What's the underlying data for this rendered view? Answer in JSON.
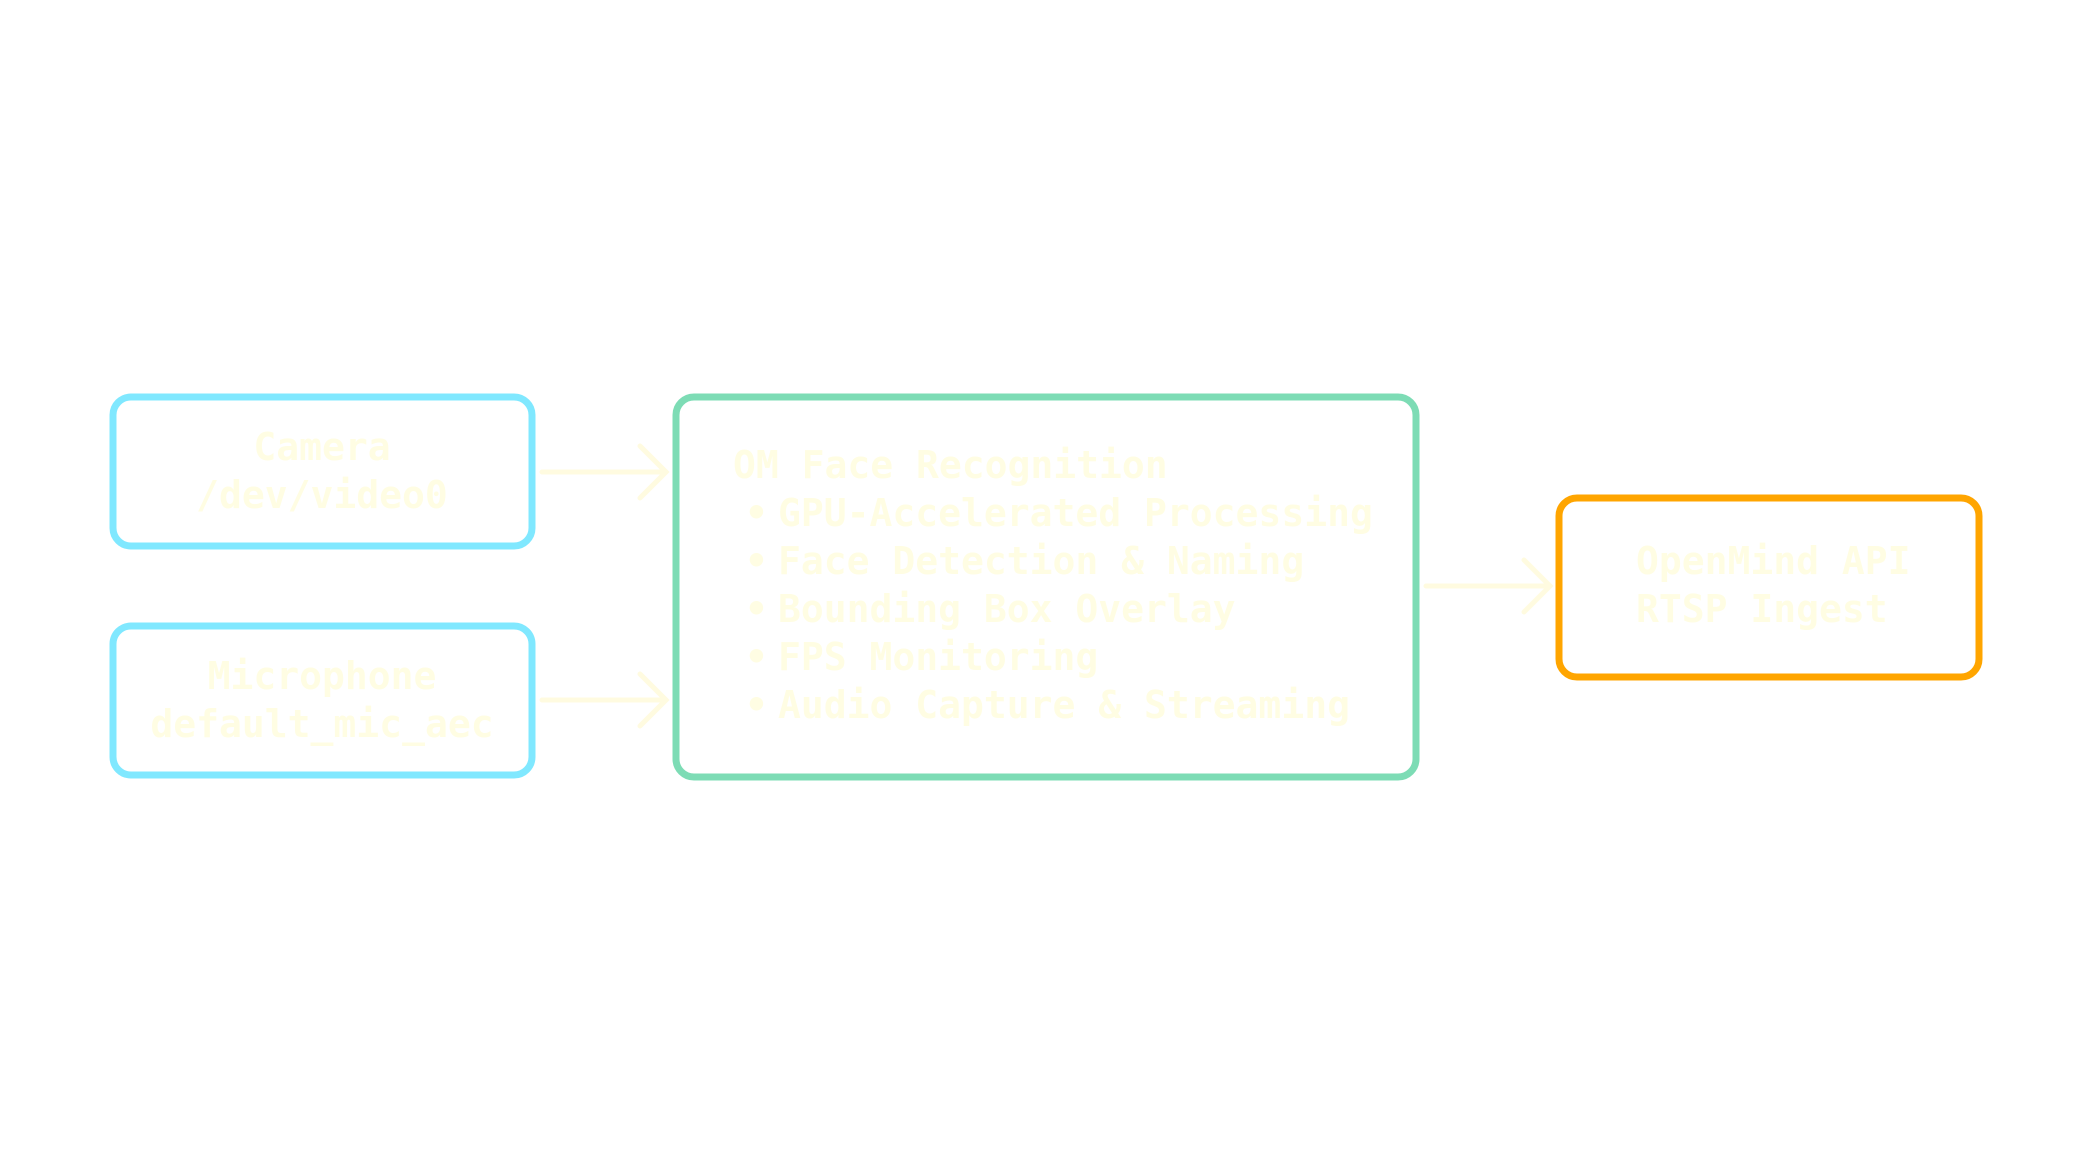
{
  "diagram": {
    "type": "flowchart",
    "colors": {
      "input_border": "#80e8ff",
      "process_border": "#7ddcb5",
      "output_border": "#ffa500",
      "text": "#fffde3",
      "arrow": "#fffbe0",
      "background": "#ffffff"
    },
    "nodes": {
      "camera": {
        "lines": [
          "Camera",
          "/dev/video0"
        ]
      },
      "microphone": {
        "lines": [
          "Microphone",
          "default_mic_aec"
        ]
      },
      "processor": {
        "title": "OM Face Recognition",
        "bullet": "•",
        "items": [
          "GPU-Accelerated Processing",
          "Face Detection & Naming",
          "Bounding Box Overlay",
          "FPS Monitoring",
          "Audio Capture & Streaming"
        ]
      },
      "api": {
        "lines": [
          "OpenMind API",
          "RTSP Ingest"
        ]
      }
    },
    "edges": [
      {
        "from": "camera",
        "to": "processor"
      },
      {
        "from": "microphone",
        "to": "processor"
      },
      {
        "from": "processor",
        "to": "api"
      }
    ]
  }
}
